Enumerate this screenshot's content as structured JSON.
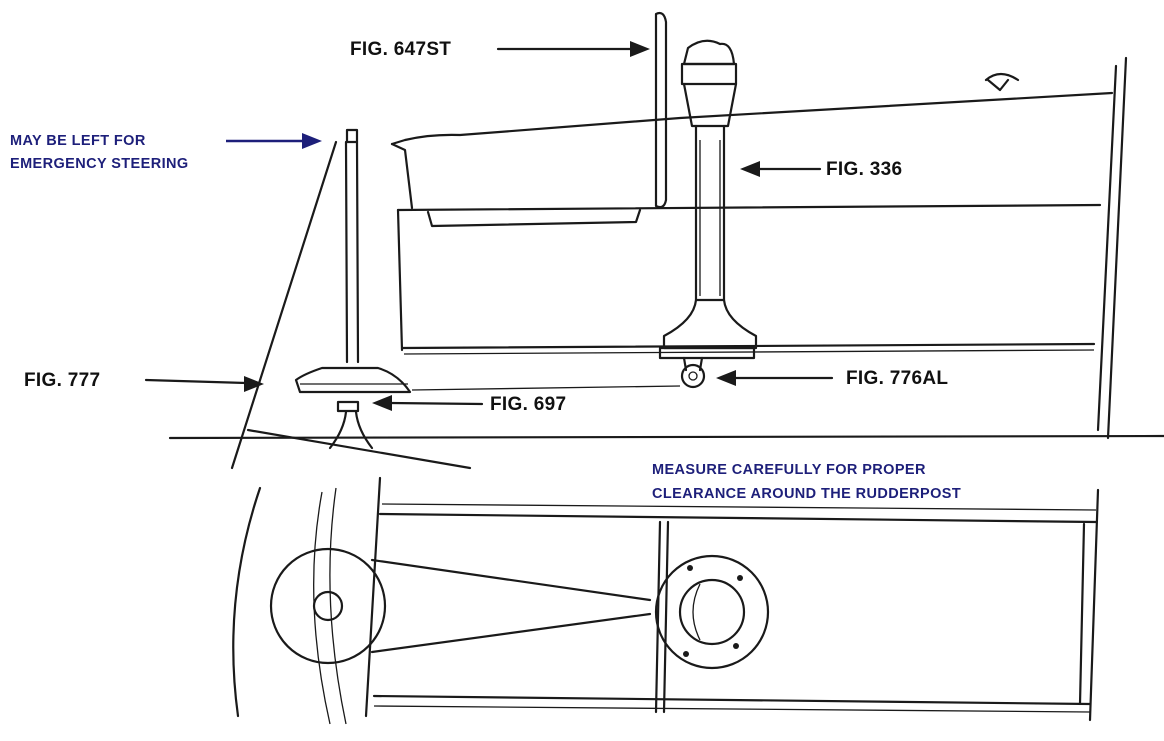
{
  "labels": {
    "fig647st": "FIG. 647ST",
    "emergency_line1": "MAY BE LEFT FOR",
    "emergency_line2": "EMERGENCY STEERING",
    "fig336": "FIG. 336",
    "fig777": "FIG. 777",
    "fig776al": "FIG. 776AL",
    "fig697": "FIG. 697",
    "measure_line1": "MEASURE CAREFULLY FOR PROPER",
    "measure_line2": "CLEARANCE AROUND THE RUDDERPOST"
  },
  "colors": {
    "ink": "#1a1a1a",
    "label_black": "#111111",
    "label_blue": "#1d1f7a",
    "background": "#ffffff"
  }
}
